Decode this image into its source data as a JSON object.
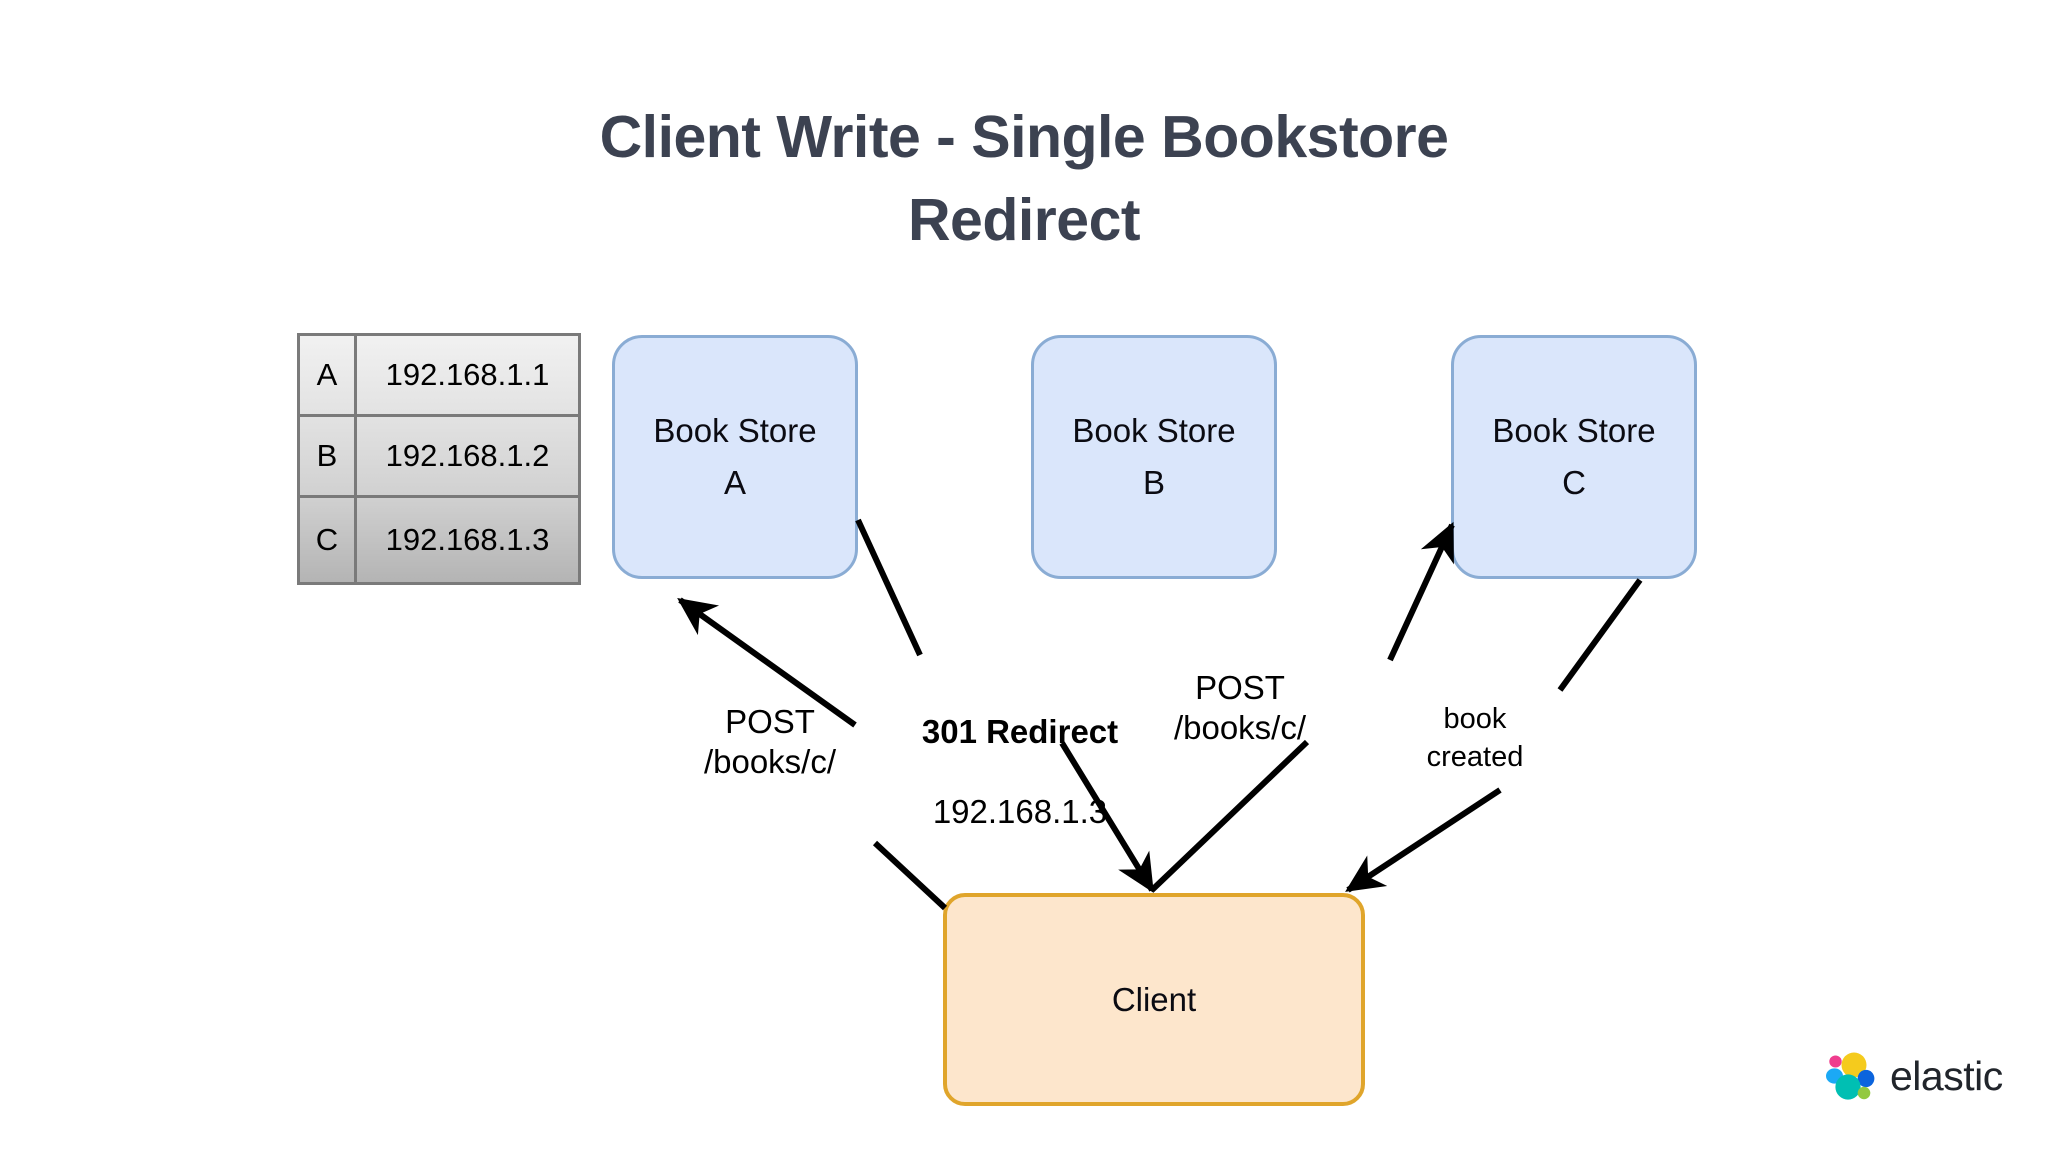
{
  "slide": {
    "title": "Client Write - Single Bookstore\nRedirect",
    "background_color": "#ffffff"
  },
  "lookup_table": {
    "name": "bookstore-address-table",
    "columns": [
      "key",
      "address"
    ],
    "rows": [
      {
        "key": "A",
        "address": "192.168.1.1"
      },
      {
        "key": "B",
        "address": "192.168.1.2"
      },
      {
        "key": "C",
        "address": "192.168.1.3"
      }
    ]
  },
  "nodes": {
    "store_a": {
      "label": "Book Store\nA",
      "fill": "#dae6fb",
      "border": "#8aacd4"
    },
    "store_b": {
      "label": "Book Store\nB",
      "fill": "#dae6fb",
      "border": "#8aacd4"
    },
    "store_c": {
      "label": "Book Store\nC",
      "fill": "#dae6fb",
      "border": "#8aacd4"
    },
    "client": {
      "label": "Client",
      "fill": "#fde6cc",
      "border": "#e0a52b"
    }
  },
  "edges": {
    "post_a": {
      "label": "POST\n/books/c/",
      "from": "client",
      "to": "store_a"
    },
    "redirect": {
      "label_strong": "301 Redirect",
      "label_plain": "192.168.1.3",
      "from": "store_a",
      "to": "client"
    },
    "post_c": {
      "label": "POST\n/books/c/",
      "from": "client",
      "to": "store_c"
    },
    "book_created": {
      "label": "book\ncreated",
      "from": "store_c",
      "to": "client"
    }
  },
  "brand": {
    "wordmark": "elastic",
    "mark_colors": {
      "pink": "#ef3d8e",
      "yellow": "#f5cb1d",
      "light_blue": "#1ba9f5",
      "dark_blue": "#0b64dd",
      "teal": "#00bfb3",
      "green": "#93c93f"
    }
  }
}
